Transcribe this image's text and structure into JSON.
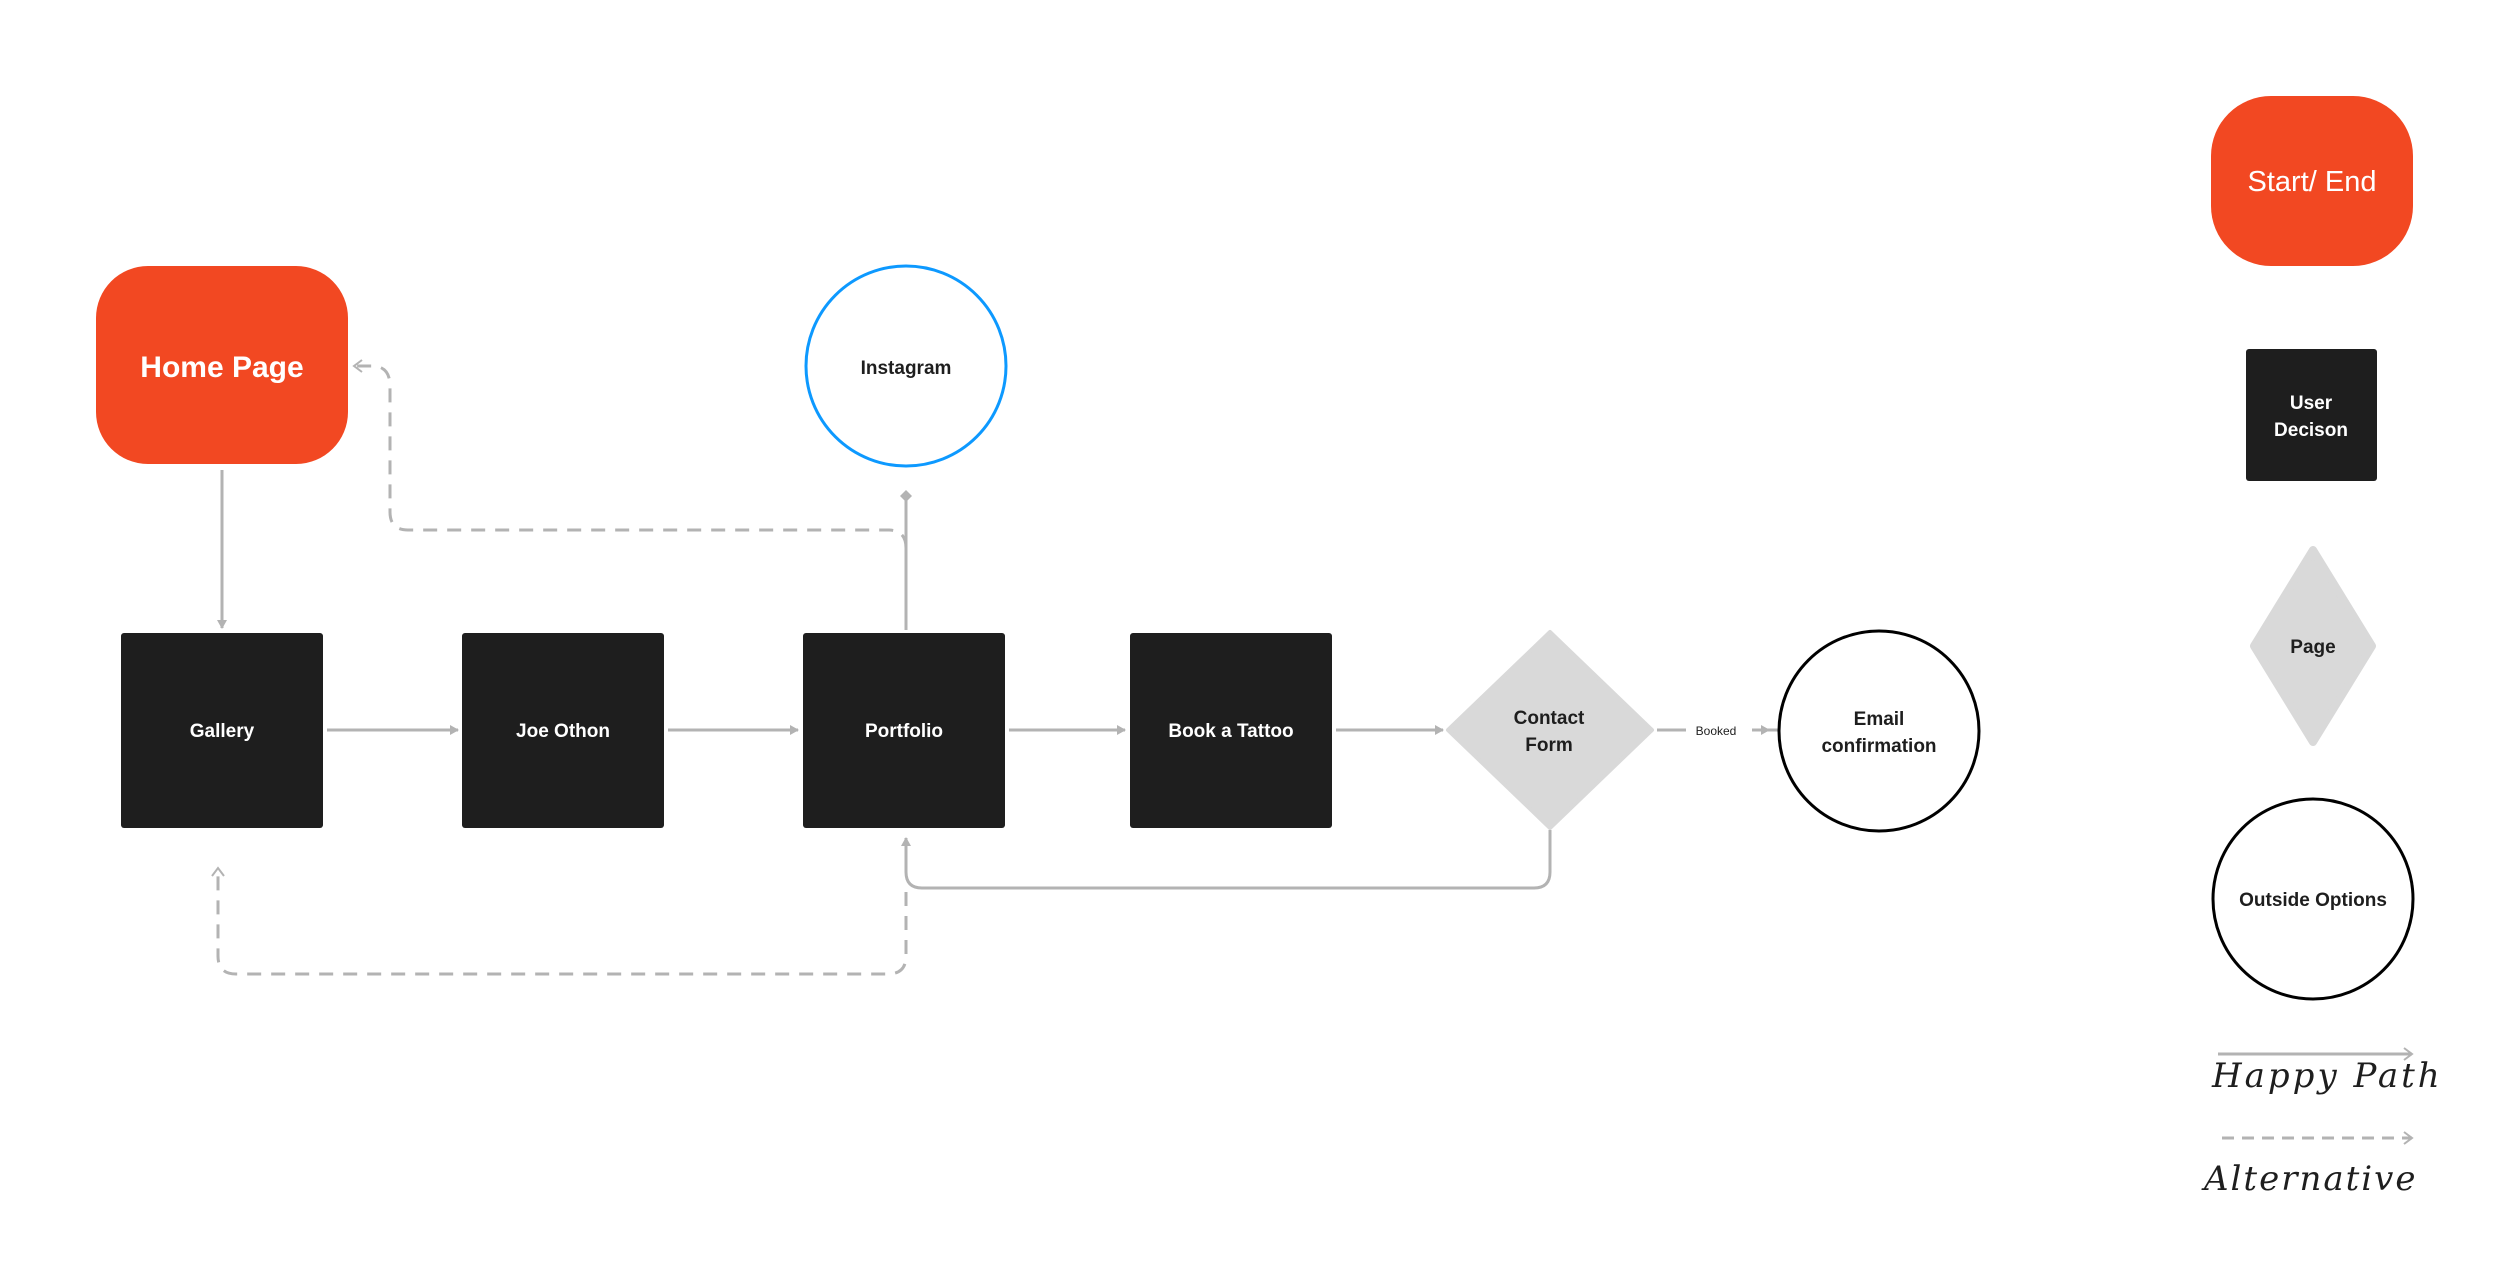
{
  "colors": {
    "start_end": "#F24822",
    "user_decision": "#1E1E1E",
    "page": "#D9D9D9",
    "outside": "#000000",
    "instagram_outline": "#0D99FF",
    "connector": "#B3B3B3",
    "text_dark": "#1E1E1E",
    "text_light": "#FFFFFF"
  },
  "diagram": {
    "home": "Home Page",
    "instagram": "Instagram",
    "gallery": "Gallery",
    "joe": "Joe Othon",
    "portfolio": "Portfolio",
    "book": "Book a Tattoo",
    "contact_line1": "Contact",
    "contact_line2": "Form",
    "booked": "Booked",
    "email_line1": "Email",
    "email_line2": "confirmation"
  },
  "legend": {
    "start_end": "Start/ End",
    "user_line1": "User",
    "user_line2": "Decison",
    "page": "Page",
    "outside": "Outside Options",
    "happy_path": "Happy Path",
    "alternative": "Alternative"
  }
}
